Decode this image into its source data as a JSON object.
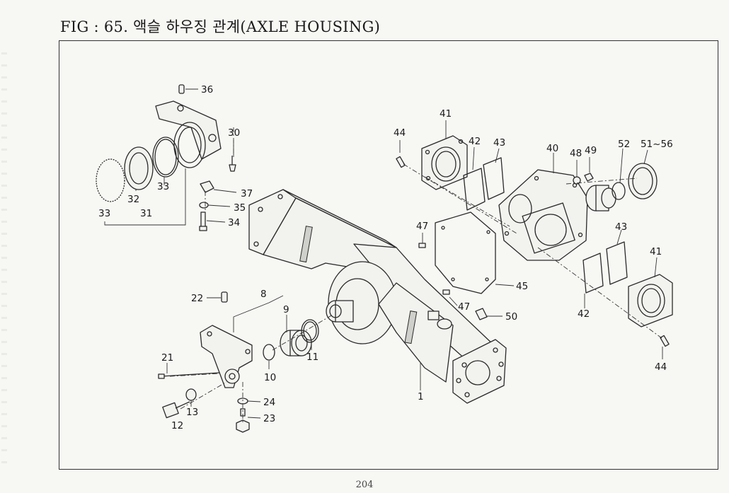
{
  "figure": {
    "title": "FIG : 65. 액슬 하우징 관계(AXLE HOUSING)",
    "page_number": "204"
  },
  "callouts": [
    {
      "id": "c36",
      "text": "36"
    },
    {
      "id": "c30",
      "text": "30"
    },
    {
      "id": "c33a",
      "text": "33"
    },
    {
      "id": "c32",
      "text": "32"
    },
    {
      "id": "c33b",
      "text": "33"
    },
    {
      "id": "c31",
      "text": "31"
    },
    {
      "id": "c37",
      "text": "37"
    },
    {
      "id": "c35",
      "text": "35"
    },
    {
      "id": "c34",
      "text": "34"
    },
    {
      "id": "c22",
      "text": "22"
    },
    {
      "id": "c8",
      "text": "8"
    },
    {
      "id": "c9",
      "text": "9"
    },
    {
      "id": "c11",
      "text": "11"
    },
    {
      "id": "c10",
      "text": "10"
    },
    {
      "id": "c21",
      "text": "21"
    },
    {
      "id": "c13",
      "text": "13"
    },
    {
      "id": "c12",
      "text": "12"
    },
    {
      "id": "c24",
      "text": "24"
    },
    {
      "id": "c23",
      "text": "23"
    },
    {
      "id": "c1",
      "text": "1"
    },
    {
      "id": "c44a",
      "text": "44"
    },
    {
      "id": "c41a",
      "text": "41"
    },
    {
      "id": "c42a",
      "text": "42"
    },
    {
      "id": "c43a",
      "text": "43"
    },
    {
      "id": "c47a",
      "text": "47"
    },
    {
      "id": "c45",
      "text": "45"
    },
    {
      "id": "c47b",
      "text": "47"
    },
    {
      "id": "c50",
      "text": "50"
    },
    {
      "id": "c40",
      "text": "40"
    },
    {
      "id": "c48",
      "text": "48"
    },
    {
      "id": "c49",
      "text": "49"
    },
    {
      "id": "c52",
      "text": "52"
    },
    {
      "id": "c51_56",
      "text": "51~56"
    },
    {
      "id": "c43b",
      "text": "43"
    },
    {
      "id": "c41b",
      "text": "41"
    },
    {
      "id": "c42b",
      "text": "42"
    },
    {
      "id": "c44b",
      "text": "44"
    }
  ]
}
